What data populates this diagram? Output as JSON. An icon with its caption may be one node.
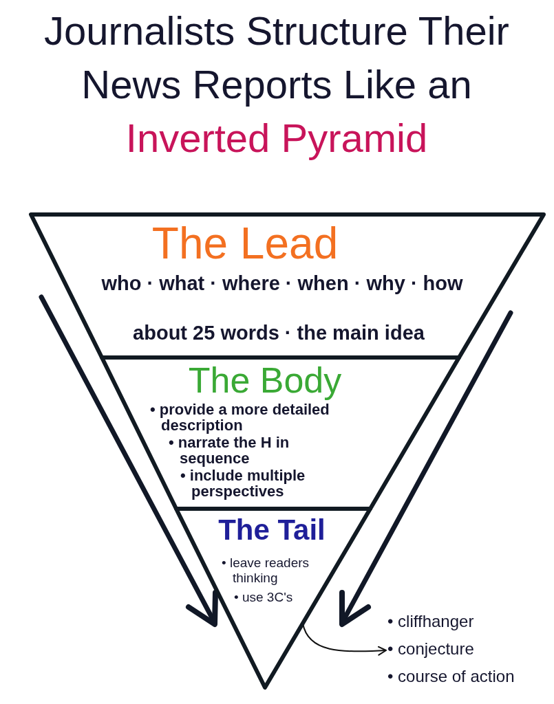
{
  "diagram": {
    "title": "Journalists Structure Their News Reports Like an Inverted Pyramid",
    "nodes": [
      {
        "text": [
          "The Lead",
          "who · what · where · when · why · how",
          "about 25 words · the main idea"
        ]
      },
      {
        "text": [
          "The Body",
          "• provide a more detailed description",
          "• narrate the H in sequence",
          "• include multiple perspectives"
        ]
      },
      {
        "text": [
          "The Tail",
          "• leave readers thinking",
          "• use 3C's"
        ]
      },
      {
        "text": [
          "• cliffhanger",
          "• conjecture",
          "• course of action"
        ]
      }
    ],
    "edges": [
      {
        "from": 2,
        "to": 3,
        "arrow": "to"
      }
    ]
  }
}
